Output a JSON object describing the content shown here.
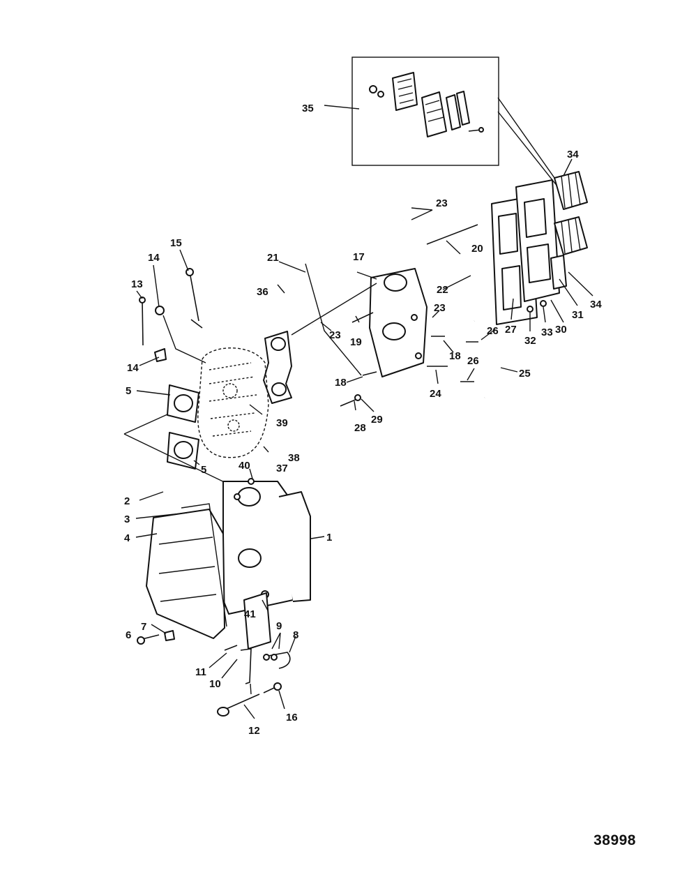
{
  "figure_number": "38998",
  "callouts": [
    {
      "label": "1"
    },
    {
      "label": "2"
    },
    {
      "label": "3"
    },
    {
      "label": "4"
    },
    {
      "label": "5"
    },
    {
      "label": "5"
    },
    {
      "label": "6"
    },
    {
      "label": "7"
    },
    {
      "label": "8"
    },
    {
      "label": "9"
    },
    {
      "label": "10"
    },
    {
      "label": "11"
    },
    {
      "label": "12"
    },
    {
      "label": "13"
    },
    {
      "label": "14"
    },
    {
      "label": "14"
    },
    {
      "label": "15"
    },
    {
      "label": "16"
    },
    {
      "label": "17"
    },
    {
      "label": "18"
    },
    {
      "label": "18"
    },
    {
      "label": "19"
    },
    {
      "label": "20"
    },
    {
      "label": "21"
    },
    {
      "label": "22"
    },
    {
      "label": "23"
    },
    {
      "label": "23"
    },
    {
      "label": "23"
    },
    {
      "label": "24"
    },
    {
      "label": "25"
    },
    {
      "label": "26"
    },
    {
      "label": "26"
    },
    {
      "label": "27"
    },
    {
      "label": "28"
    },
    {
      "label": "29"
    },
    {
      "label": "30"
    },
    {
      "label": "31"
    },
    {
      "label": "32"
    },
    {
      "label": "33"
    },
    {
      "label": "34"
    },
    {
      "label": "34"
    },
    {
      "label": "35"
    },
    {
      "label": "36"
    },
    {
      "label": "37"
    },
    {
      "label": "38"
    },
    {
      "label": "39"
    },
    {
      "label": "40"
    },
    {
      "label": "41"
    }
  ]
}
